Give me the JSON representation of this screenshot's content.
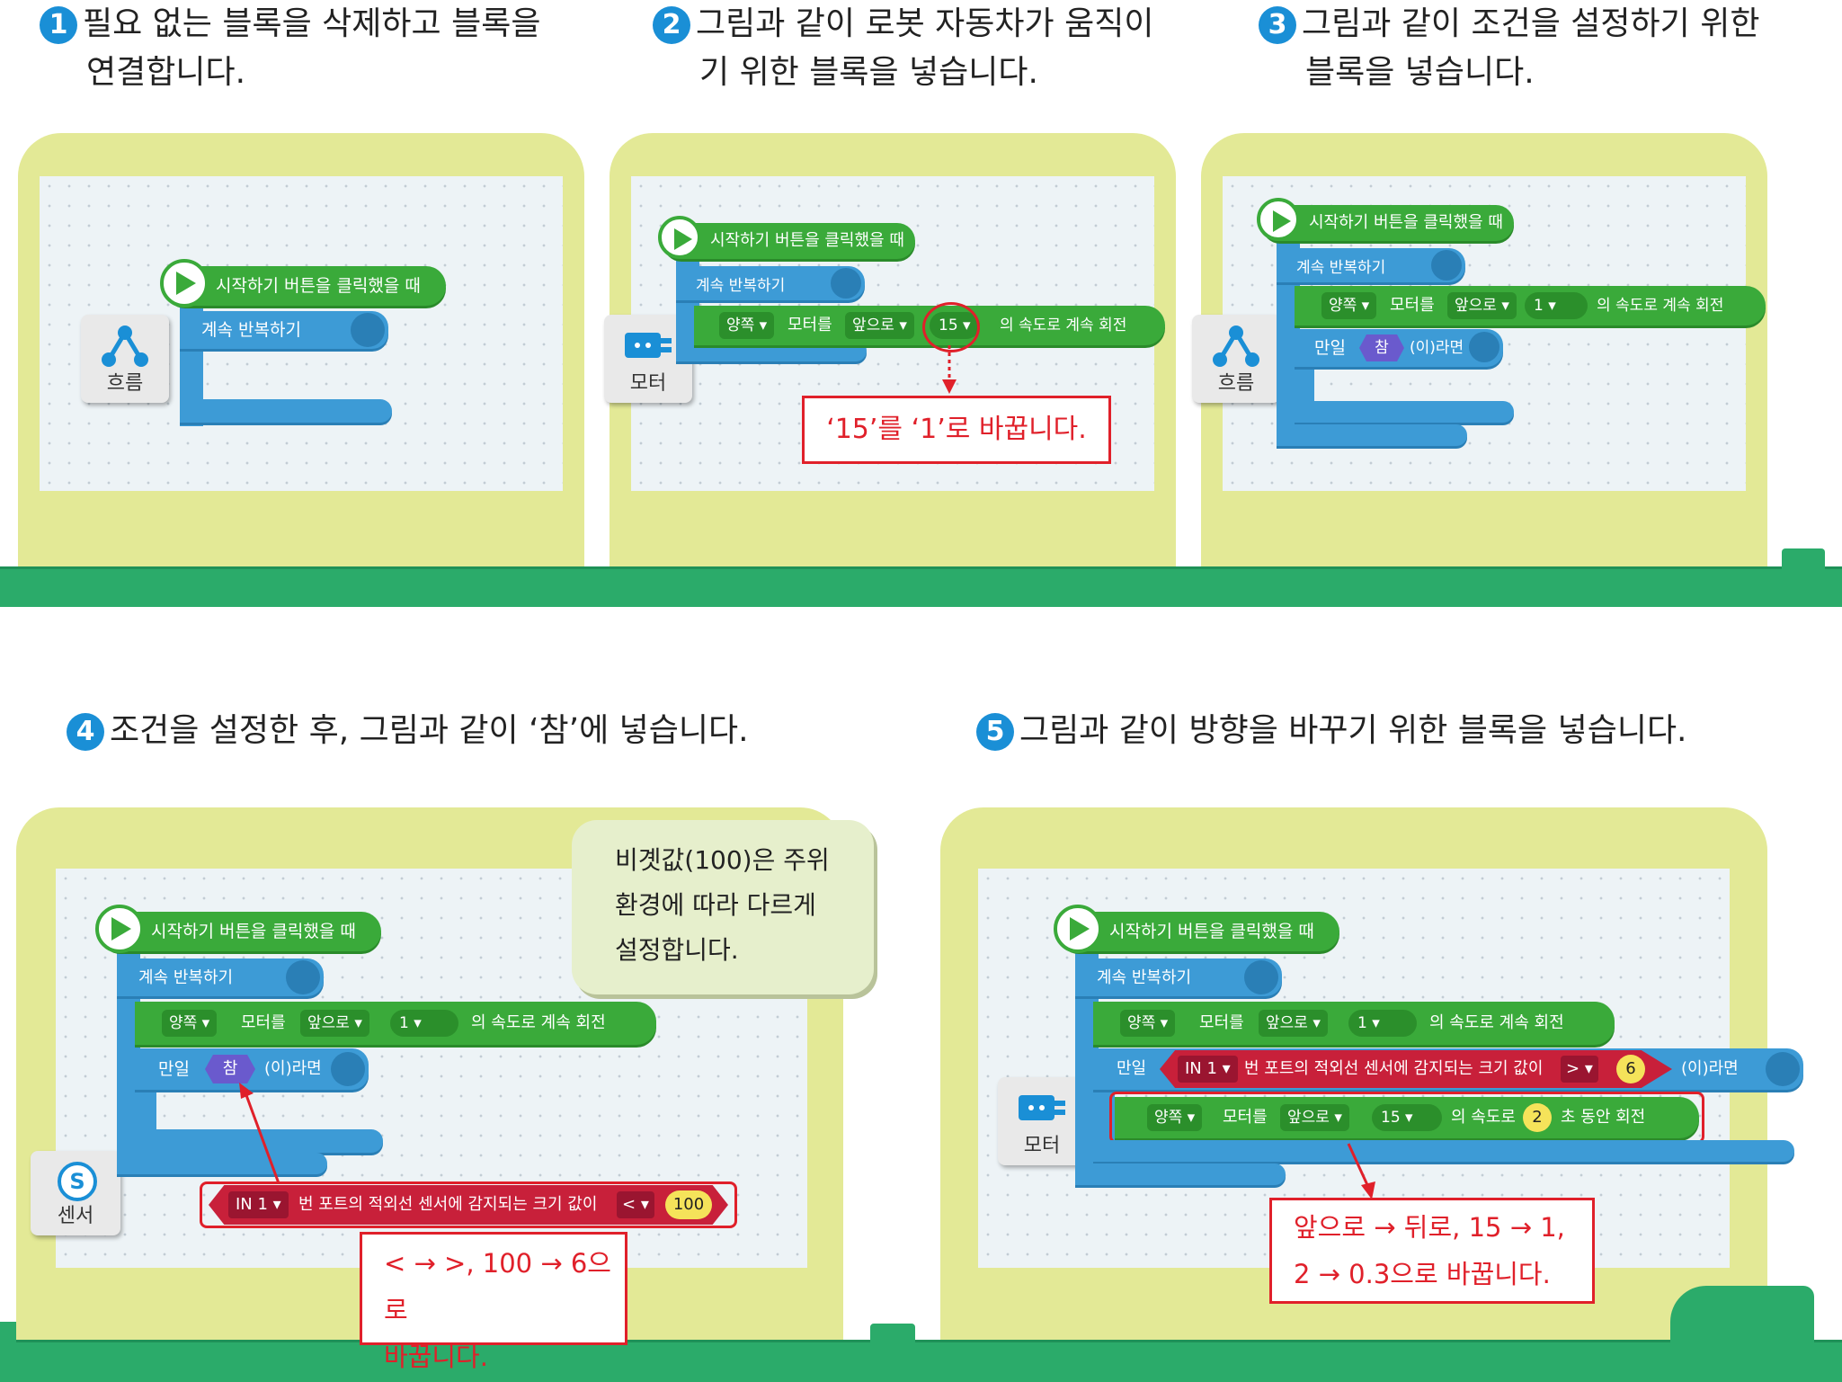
{
  "steps": [
    {
      "num": "1",
      "line1": "필요 없는 블록을 삭제하고 블록을",
      "line2": "연결합니다."
    },
    {
      "num": "2",
      "line1": "그림과 같이 로봇 자동차가 움직이",
      "line2": "기 위한 블록을 넣습니다."
    },
    {
      "num": "3",
      "line1": "그림과 같이 조건을 설정하기 위한",
      "line2": "블록을 넣습니다."
    },
    {
      "num": "4",
      "line1": "조건을 설정한 후, 그림과 같이 ‘참’에 넣습니다."
    },
    {
      "num": "5",
      "line1": "그림과 같이 방향을 바꾸기 위한 블록을 넣습니다."
    }
  ],
  "categories": {
    "flow": "흐름",
    "motor": "모터",
    "sensor": "센서",
    "sensor_badge": "S"
  },
  "blocks": {
    "start": "시작하기 버튼을 클릭했을 때",
    "forever": "계속 반복하기",
    "both": "양쪽",
    "motor_label": "모터를",
    "forward": "앞으로",
    "speed_15": "15",
    "speed_1": "1",
    "speed_suffix": "의 속도로 계속 회전",
    "if": "만일",
    "true": "참",
    "then": "(이)라면",
    "in1": "IN 1",
    "sensor_text": "번 포트의 적외선 센서에 감지되는 크기 값이",
    "lt": "<",
    "gt": ">",
    "val_100": "100",
    "val_6": "6",
    "speed_for": "의 속도로",
    "sec": "2",
    "sec_suffix": "초 동안 회전"
  },
  "notes": {
    "n2": "‘15’를 ‘1’로 바꿉니다.",
    "n4_line1": "비곗값(100)은 주위",
    "n4_line2": "환경에 따라 다르게",
    "n4_line3": "설정합니다.",
    "n4b_line1": "< → >, 100 → 6으로",
    "n4b_line2": "바꿉니다.",
    "n5_line1": "앞으로 → 뒤로, 15 → 1,",
    "n5_line2": "2 → 0.3으로 바꿉니다."
  },
  "colors": {
    "accent_blue": "#1a8fd6",
    "note_red": "#e0202a",
    "floor_green": "#2bab6a",
    "frame": "#e3e996"
  }
}
